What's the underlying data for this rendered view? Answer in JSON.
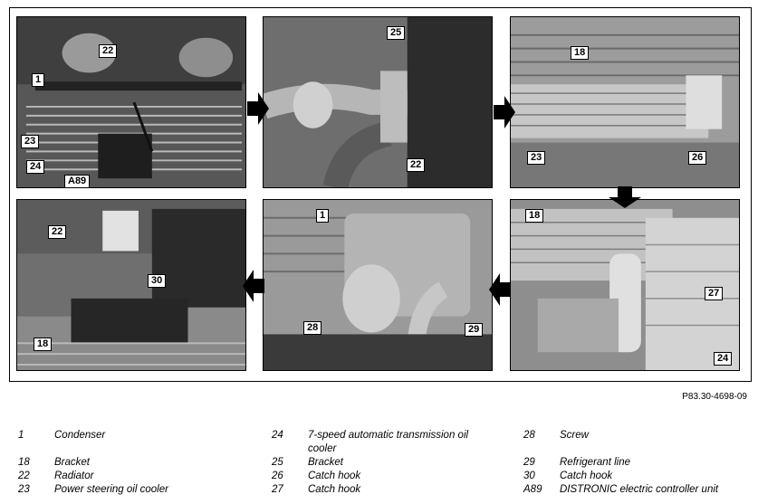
{
  "figure": {
    "code": "P83.30-4698-09",
    "callouts": {
      "p1": [
        "1",
        "22",
        "23",
        "24",
        "A89"
      ],
      "p2": [
        "25",
        "22"
      ],
      "p3": [
        "18",
        "23",
        "26"
      ],
      "p4": [
        "22",
        "30",
        "18"
      ],
      "p5": [
        "1",
        "28",
        "29"
      ],
      "p6": [
        "18",
        "27",
        "24"
      ]
    }
  },
  "legend": [
    {
      "num": "1",
      "text": "Condenser"
    },
    {
      "num": "18",
      "text": "Bracket"
    },
    {
      "num": "22",
      "text": "Radiator"
    },
    {
      "num": "23",
      "text": "Power steering oil cooler"
    },
    {
      "num": "24",
      "text": "7-speed automatic transmission oil",
      "text2": "cooler"
    },
    {
      "num": "25",
      "text": "Bracket"
    },
    {
      "num": "26",
      "text": "Catch hook"
    },
    {
      "num": "27",
      "text": "Catch hook"
    },
    {
      "num": "28",
      "text": "Screw"
    },
    {
      "num": "29",
      "text": "Refrigerant line"
    },
    {
      "num": "30",
      "text": "Catch hook"
    },
    {
      "num": "A89",
      "text": "DISTRONIC electric controller unit"
    }
  ]
}
